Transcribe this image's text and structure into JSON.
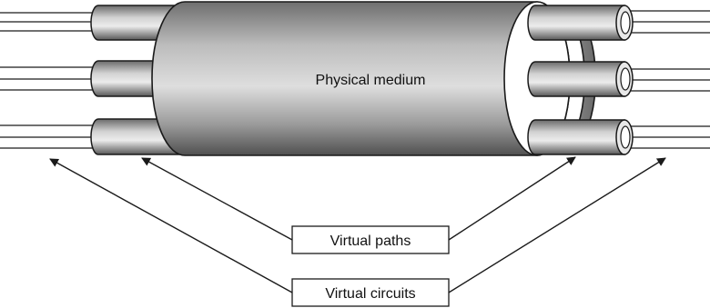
{
  "diagram": {
    "medium_label": "Physical medium",
    "paths_label": "Virtual paths",
    "circuits_label": "Virtual circuits"
  },
  "colors": {
    "stroke": "#1a1a1a",
    "tube_dark": "#5c5c5c",
    "tube_light": "#e6e6e6",
    "background": "#ffffff"
  }
}
